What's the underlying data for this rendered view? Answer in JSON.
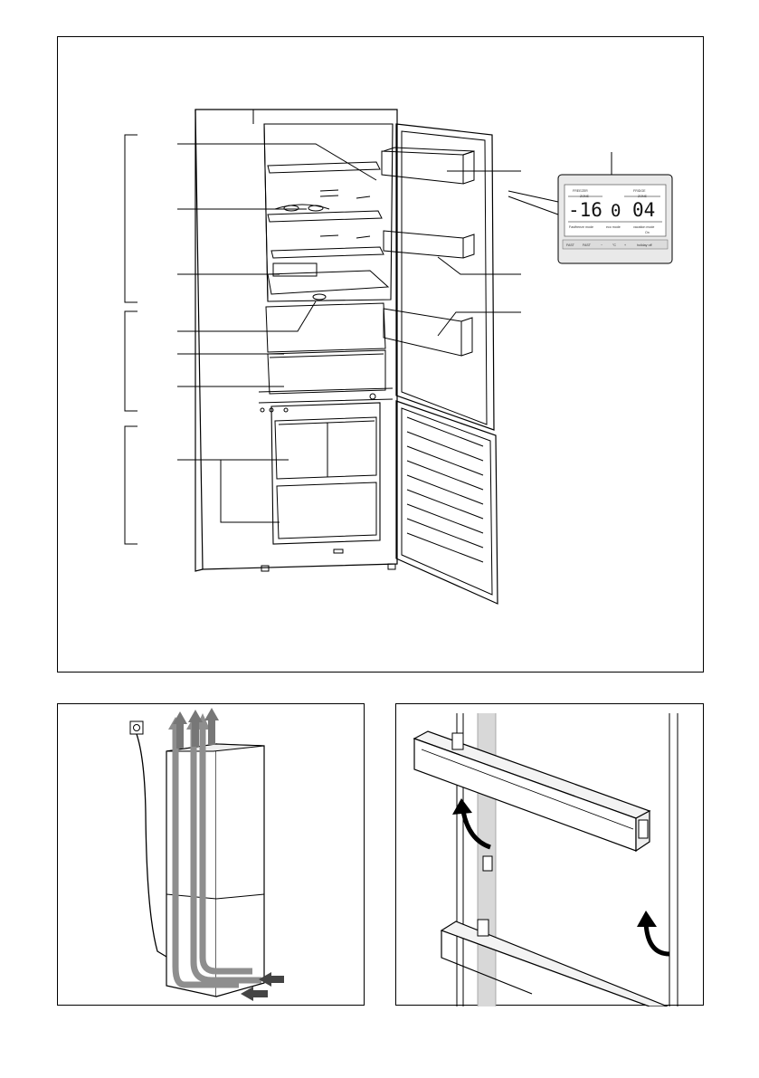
{
  "panels": [
    {
      "name": "fridge-overview"
    },
    {
      "name": "ventilation-airflow"
    },
    {
      "name": "door-shelf-removal"
    }
  ],
  "control_panel": {
    "freezer_label": "FREEZER",
    "fridge_label": "FRIDGE",
    "zone_label_left": "ZONE",
    "zone_label_right": "ZONE",
    "freezer_temp": "-16",
    "mode_digit": "0",
    "fridge_temp": "04",
    "mode_labels": [
      "Fastfreeze mode",
      "eco mode",
      "vacation mode"
    ],
    "sub_label": "On",
    "buttons": [
      "FAST",
      "FAST",
      "−",
      "°C",
      "+",
      "holiday·off"
    ]
  }
}
